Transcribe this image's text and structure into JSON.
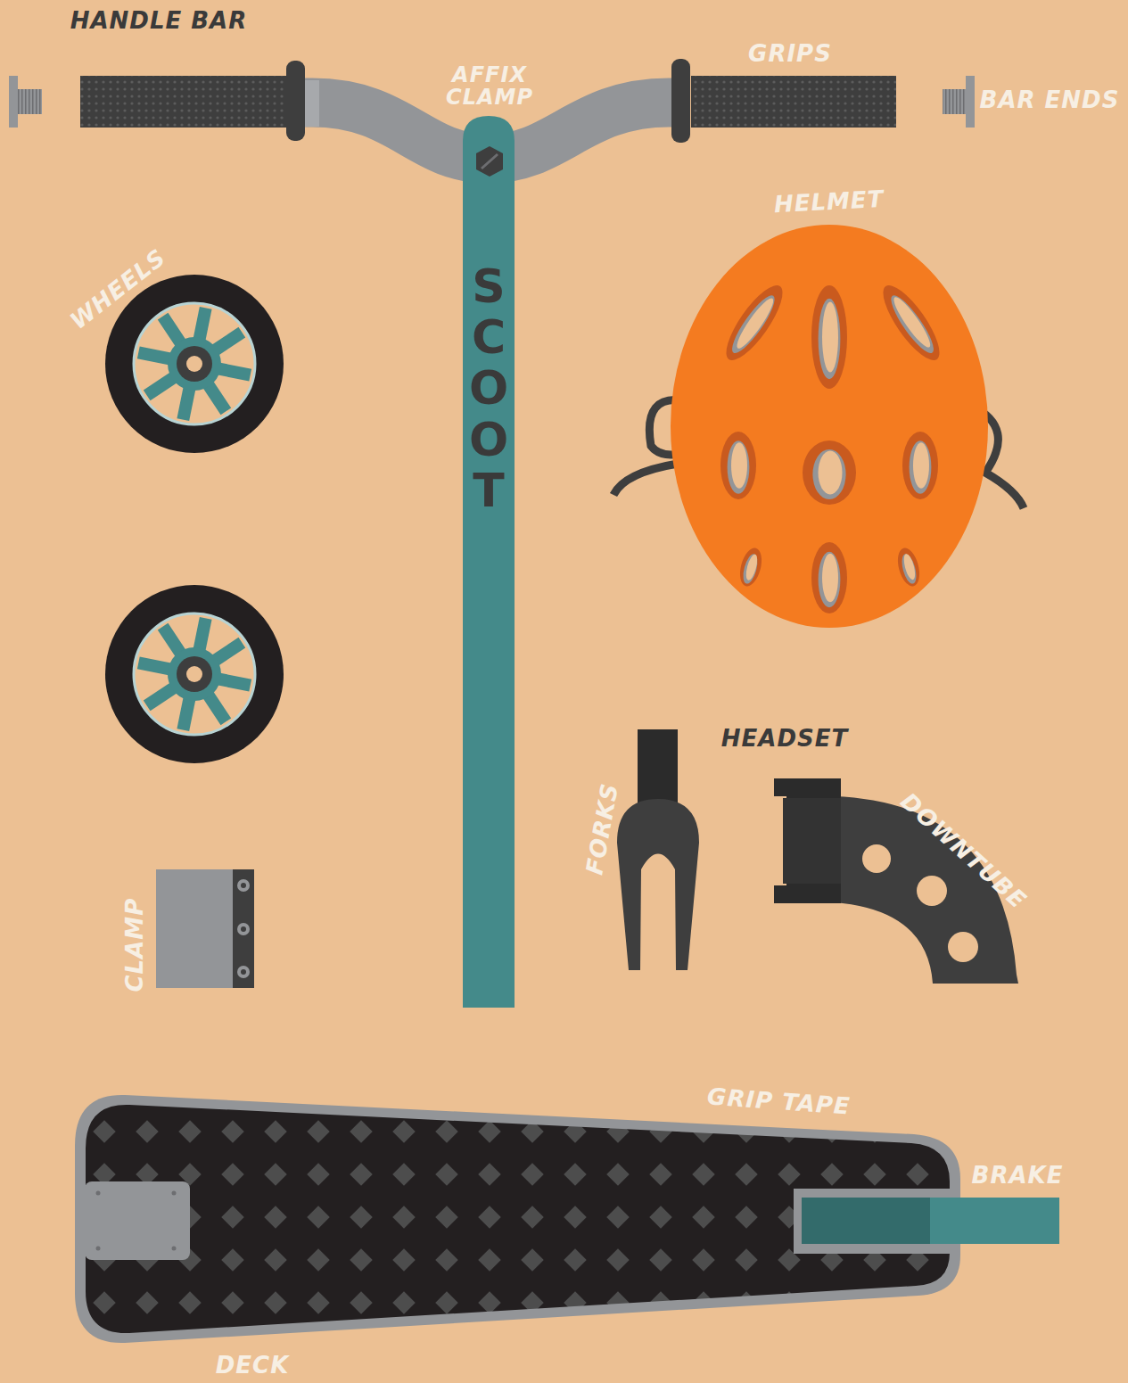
{
  "diagram": {
    "labels": [
      "HANDLE BAR",
      "AFFIX CLAMP",
      "GRIPS",
      "BAR ENDS",
      "HELMET",
      "WHEELS",
      "SCOOT",
      "HEADSET",
      "FORKS",
      "DOWNTUBE",
      "CLAMP",
      "GRIP TAPE",
      "BRAKE",
      "DECK"
    ]
  }
}
